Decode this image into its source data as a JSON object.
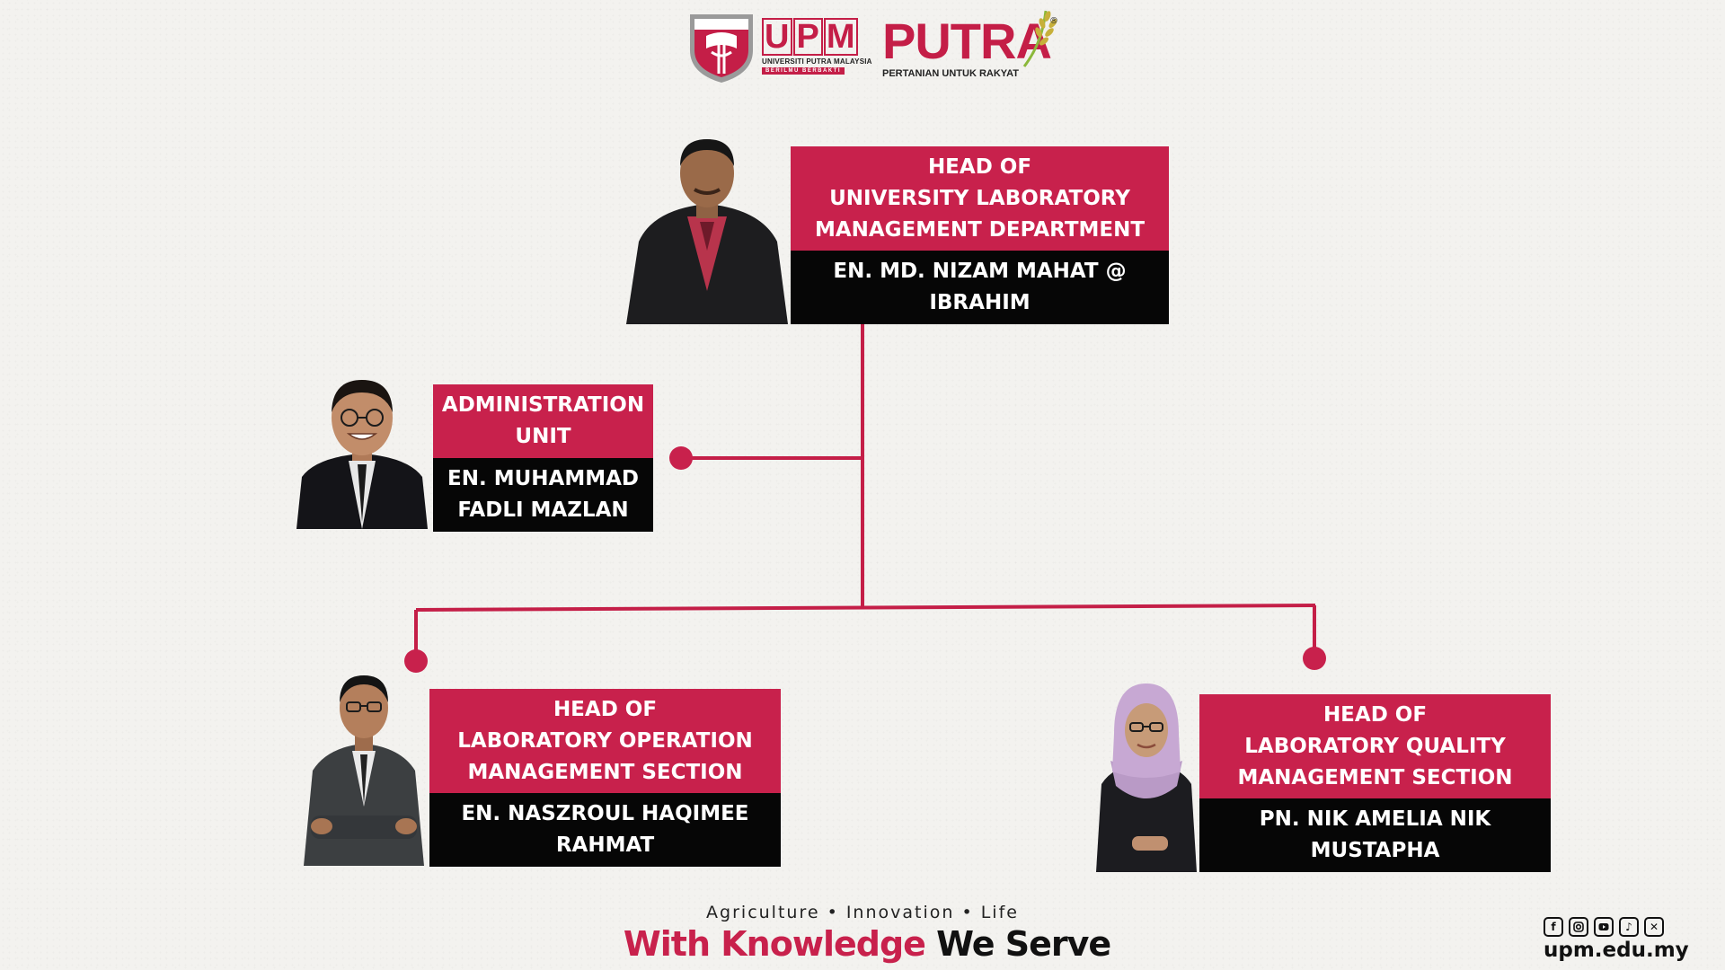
{
  "header": {
    "upm_logo_text": "UPM",
    "upm_full_name": "UNIVERSITI PUTRA MALAYSIA",
    "upm_slogan": "BERILMU BERBAKTI",
    "putra_logo_text": "PUTRA",
    "putra_subtitle": "PERTANIAN UNTUK RAKYAT"
  },
  "org": {
    "head": {
      "title_lines": [
        "HEAD OF",
        "UNIVERSITY LABORATORY",
        "MANAGEMENT DEPARTMENT"
      ],
      "name_lines": [
        "EN. MD. NIZAM MAHAT @",
        "IBRAHIM"
      ]
    },
    "admin": {
      "title_lines": [
        "ADMINISTRATION",
        "UNIT"
      ],
      "name_lines": [
        "EN. MUHAMMAD",
        "FADLI MAZLAN"
      ]
    },
    "operation": {
      "title_lines": [
        "HEAD OF",
        "LABORATORY OPERATION",
        "MANAGEMENT SECTION"
      ],
      "name_lines": [
        "EN. NASZROUL HAQIMEE",
        "RAHMAT"
      ]
    },
    "quality": {
      "title_lines": [
        "HEAD OF",
        "LABORATORY QUALITY",
        "MANAGEMENT SECTION"
      ],
      "name_lines": [
        "PN. NIK AMELIA NIK",
        "MUSTAPHA"
      ]
    }
  },
  "footer": {
    "tagline": "Agriculture • Innovation • Life",
    "motto_red": "With Knowledge",
    "motto_black": "We Serve",
    "website": "upm.edu.my",
    "social_icons": [
      "facebook-icon",
      "instagram-icon",
      "youtube-icon",
      "tiktok-icon",
      "x-icon"
    ]
  },
  "colors": {
    "title_bg": "#c8214c",
    "name_bg": "#060606",
    "connector": "#c41e47"
  }
}
